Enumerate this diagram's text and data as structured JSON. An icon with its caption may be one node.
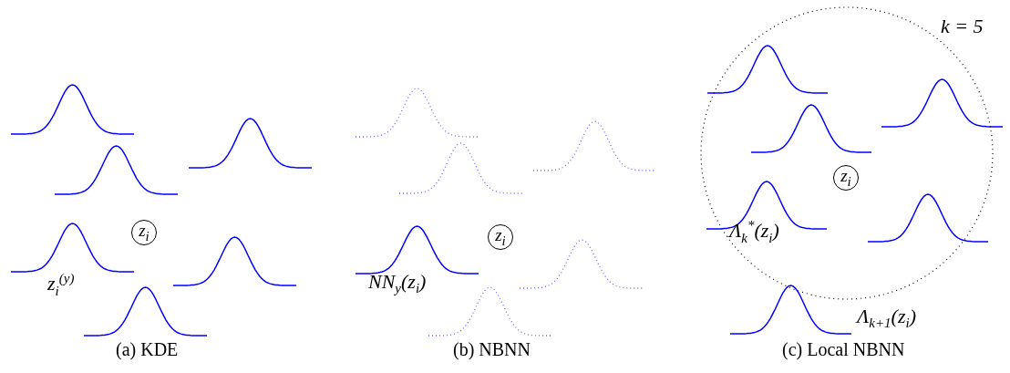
{
  "diagram": {
    "nodes": [
      {
        "text": [
          "z$_{i}$"
        ]
      },
      {
        "text": [
          "z$_{i}$"
        ]
      },
      {
        "text": [
          "z$_{i}$"
        ]
      }
    ],
    "labels": [
      "z$_{i}$$^{(y)}$",
      "(a) KDE",
      "NN$_{y}$(z$_{i}$)",
      "(b) NBNN",
      "k = 5",
      "Λ$_{k}$$^{*}$(z$_{i}$)",
      "Λ$_{k+1}$(z$_{i}$)",
      "(c) Local NBNN"
    ]
  }
}
